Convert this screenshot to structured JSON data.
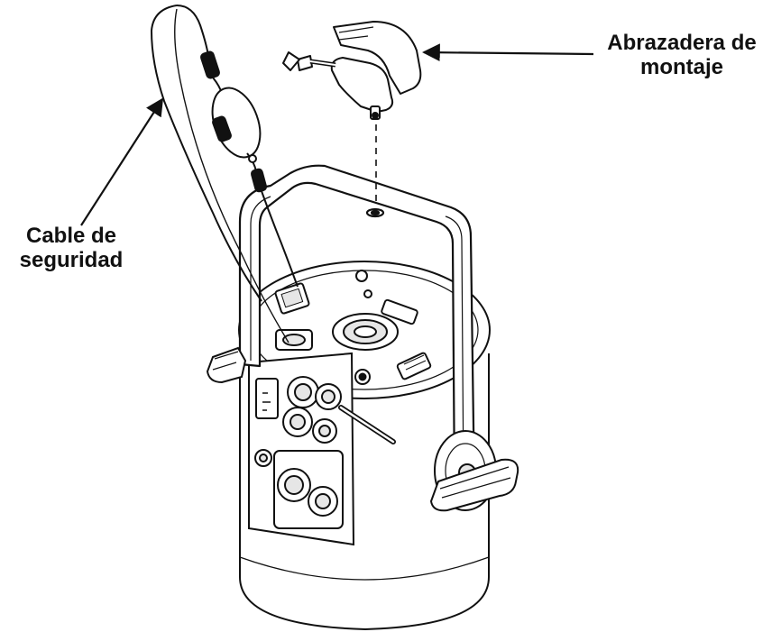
{
  "callouts": {
    "clamp": {
      "line1": "Abrazadera de",
      "line2": "montaje"
    },
    "cable": {
      "line1": "Cable de",
      "line2": "seguridad"
    }
  },
  "colors": {
    "ink": "#111111",
    "paper": "#ffffff",
    "shade": "#e6e6e6"
  },
  "icons": [
    "mounting-clamp-icon",
    "safety-cable-icon",
    "fixture-body-icon",
    "arrow-icon"
  ]
}
